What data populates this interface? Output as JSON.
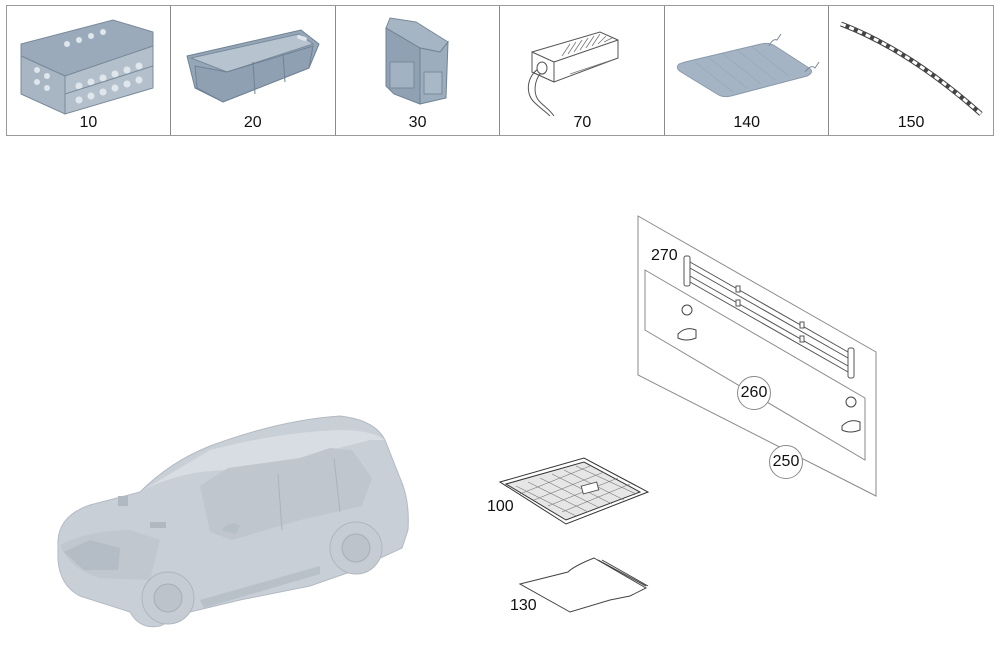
{
  "diagram": {
    "type": "parts-catalog-exploded-view",
    "accent_color": "#8c9eb0",
    "line_color": "#8a8a8a"
  },
  "parts_table": {
    "cells": [
      {
        "number": "10",
        "icon": "folding-crate-icon"
      },
      {
        "number": "20",
        "icon": "storage-tray-icon"
      },
      {
        "number": "30",
        "icon": "storage-box-icon"
      },
      {
        "number": "70",
        "icon": "cooler-adapter-icon"
      },
      {
        "number": "140",
        "icon": "heated-mat-icon"
      },
      {
        "number": "150",
        "icon": "reflector-strip-icon"
      }
    ]
  },
  "callouts": {
    "c270": "270",
    "c260": "260",
    "c250": "250",
    "c100": "100",
    "c130": "130"
  }
}
